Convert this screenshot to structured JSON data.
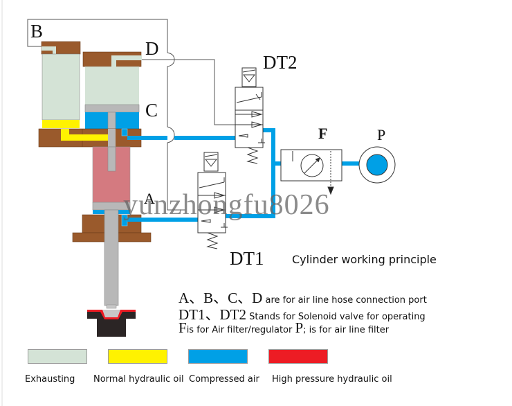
{
  "diagram": {
    "title": "Cylinder working principle",
    "ports": {
      "A": "A",
      "B": "B",
      "C": "C",
      "D": "D"
    },
    "components": {
      "solenoid_valve_1": "DT1",
      "solenoid_valve_2": "DT2",
      "filter_regulator": "F",
      "air_source": "P"
    },
    "notes": [
      {
        "symbols": "A、B、C、D",
        "text": "are  for air line hose connection port"
      },
      {
        "symbols": "DT1、DT2",
        "text": "Stands for  Solenoid valve for  operating"
      },
      {
        "symbols": "F",
        "text": "is for Air filter/regulator",
        "symbols2": "P",
        "text2": "; is for  air line filter"
      }
    ],
    "watermark": "yunzhongfu8026"
  },
  "legend": [
    {
      "label": "Exhausting",
      "color": "#d4e3d6"
    },
    {
      "label": "Normal hydraulic oil",
      "color": "#fff200"
    },
    {
      "label": "Compressed air",
      "color": "#00a0e6"
    },
    {
      "label": "High pressure hydraulic oil",
      "color": "#ed1c24"
    }
  ],
  "colors": {
    "body_brown": "#9a5a2c",
    "exhaust_green": "#d4e3d6",
    "oil_yellow": "#fff200",
    "air_blue": "#00a0e6",
    "hp_oil_pink": "#d47a80",
    "rod_gray": "#b8b8b8",
    "die_black": "#2b2525",
    "hp_red": "#ed1c24"
  }
}
